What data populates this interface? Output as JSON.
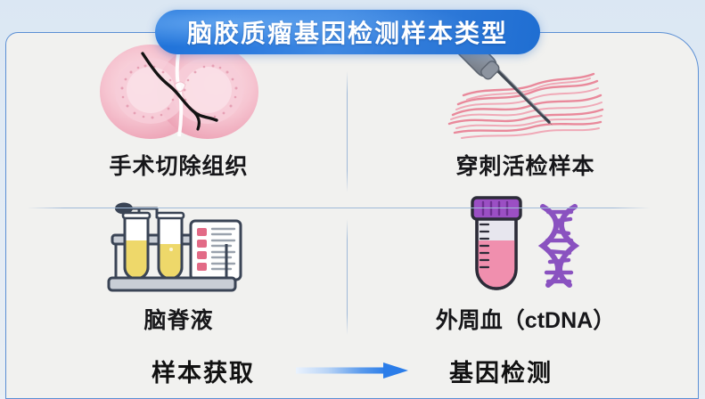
{
  "title": {
    "text": "脑胶质瘤基因检测样本类型",
    "pill_color": "#2a7ade",
    "text_color": "#ffffff"
  },
  "card": {
    "border_color": "#5b8fd4",
    "background": "#f1f1ef"
  },
  "samples": [
    {
      "id": "surgical-resection",
      "label": "手术切除组织",
      "icon": "brain-tissue-section-icon",
      "colors": {
        "tissue": "#f4b9c6",
        "tissue_light": "#fad9e0",
        "cut_line": "#111111"
      }
    },
    {
      "id": "needle-biopsy",
      "label": "穿刺活检样本",
      "icon": "biopsy-needle-icon",
      "colors": {
        "needle": "#8f949d",
        "needle_dark": "#5b626d",
        "fibers": "#e98e9e"
      }
    },
    {
      "id": "cerebrospinal-fluid",
      "label": "脑脊液",
      "icon": "test-tube-rack-icon",
      "colors": {
        "fluid": "#eed86a",
        "rack": "#c9ced6",
        "outline": "#3a4455",
        "checklist_mark": "#e26a86"
      }
    },
    {
      "id": "peripheral-blood",
      "label": "外周血（ctDNA）",
      "icon": "blood-tube-dna-icon",
      "colors": {
        "cap": "#9b4fc4",
        "blood": "#f08fae",
        "dna": "#8a52c0",
        "outline": "#2c2c38"
      }
    }
  ],
  "flow": {
    "from_label": "样本获取",
    "arrow": "right-arrow-icon",
    "to_label": "基因检测",
    "arrow_color_start": "#dce9fa",
    "arrow_color_end": "#2b7de9"
  }
}
